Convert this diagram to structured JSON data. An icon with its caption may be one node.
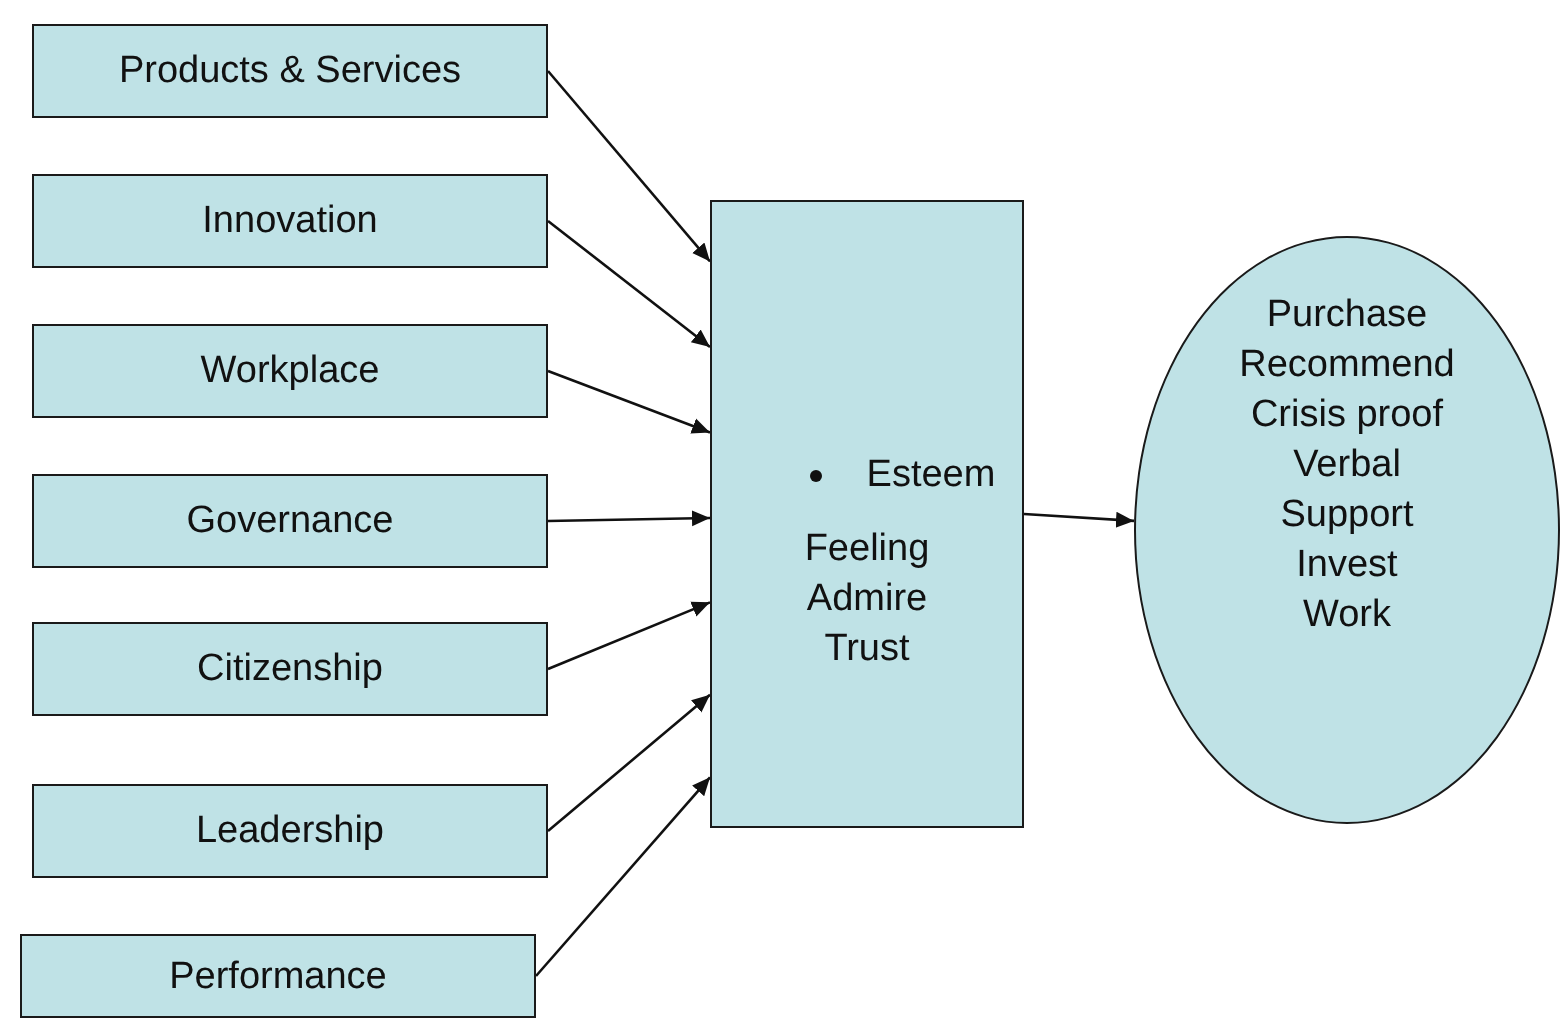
{
  "diagram": {
    "nodes": [
      {
        "text": [
          "Products & Services"
        ]
      },
      {
        "text": [
          "Innovation"
        ]
      },
      {
        "text": [
          "Workplace"
        ]
      },
      {
        "text": [
          "Governance"
        ]
      },
      {
        "text": [
          "Citizenship"
        ]
      },
      {
        "text": [
          "Leadership"
        ]
      },
      {
        "text": [
          "Performance"
        ]
      },
      {
        "text": [
          "Esteem",
          "Feeling Admire Trust"
        ]
      },
      {
        "text": [
          "Purchase",
          "Recommend",
          "Crisis proof",
          "Verbal",
          "Support",
          "Invest",
          "Work"
        ]
      }
    ],
    "edges": [
      {
        "from": 0,
        "to": 7,
        "arrow": "to"
      },
      {
        "from": 1,
        "to": 7,
        "arrow": "to"
      },
      {
        "from": 2,
        "to": 7,
        "arrow": "to"
      },
      {
        "from": 3,
        "to": 7,
        "arrow": "to"
      },
      {
        "from": 4,
        "to": 7,
        "arrow": "to"
      },
      {
        "from": 5,
        "to": 7,
        "arrow": "to"
      },
      {
        "from": 6,
        "to": 7,
        "arrow": "to"
      },
      {
        "from": 7,
        "to": 8,
        "arrow": "to"
      }
    ]
  }
}
